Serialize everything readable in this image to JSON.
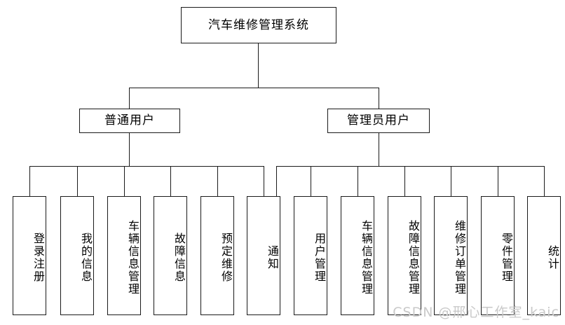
{
  "diagram": {
    "type": "tree",
    "title_node": {
      "label": "汽车维修管理系统"
    },
    "level2": [
      {
        "label": "普通用户"
      },
      {
        "label": "管理员用户"
      }
    ],
    "leaves_user_branch": [
      {
        "label": "登录注册"
      },
      {
        "label": "我的信息"
      },
      {
        "label": "车辆信息管理"
      },
      {
        "label": "故障信息"
      },
      {
        "label": "预定维修"
      }
    ],
    "leaves_admin_branch": [
      {
        "label": "通知"
      },
      {
        "label": "用户管理"
      },
      {
        "label": "车辆信息管理"
      },
      {
        "label": "故障信息管理"
      },
      {
        "label": "维修订单管理"
      },
      {
        "label": "零件管理"
      },
      {
        "label": "统计"
      }
    ]
  },
  "watermark": {
    "text": "CSDN @邢心工作室_kaic"
  },
  "colors": {
    "line": "#1a1a1a",
    "box_fill": "#ffffff",
    "text": "#000000",
    "watermark": "#c9c9c9"
  }
}
